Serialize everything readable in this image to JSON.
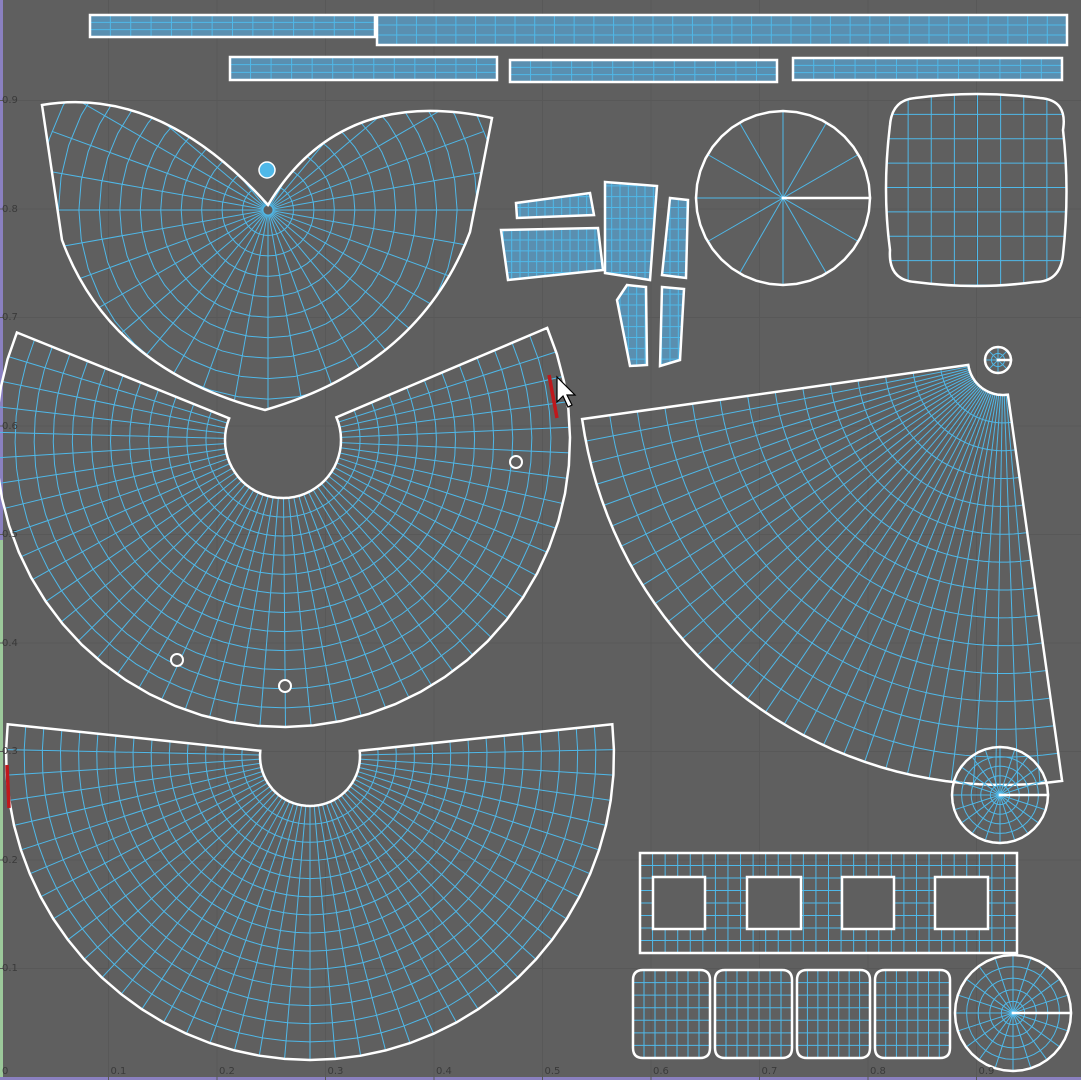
{
  "editor": {
    "x_ticks": [
      "0",
      "0.1",
      "0.2",
      "0.3",
      "0.4",
      "0.5",
      "0.6",
      "0.7",
      "0.8",
      "0.9"
    ],
    "y_ticks": [
      "0.9",
      "0.8",
      "0.7",
      "0.6",
      "0.5",
      "0.4",
      "0.3",
      "0.2",
      "0.1"
    ],
    "colors": {
      "background": "#5f5f5f",
      "uv_edges": "#4fb8e8",
      "uv_border": "#ffffff",
      "selected_edge": "#c0181c",
      "shell_fill": "#5a8fb0"
    },
    "cursor": "arrow-pointer-icon"
  }
}
